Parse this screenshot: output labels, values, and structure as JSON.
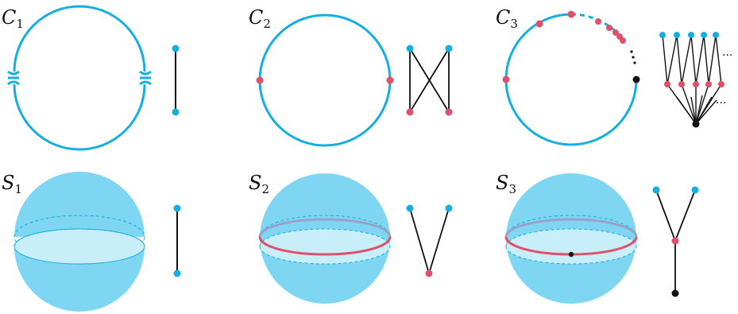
{
  "colors": {
    "blue": "#14aee0",
    "red": "#e0506a",
    "black": "#111111",
    "sphere_fill": "#7fd6f2",
    "disk_fill": "#c8eef9"
  },
  "panels": [
    {
      "id": "C1",
      "letter": "C",
      "sub": "1"
    },
    {
      "id": "C2",
      "letter": "C",
      "sub": "2"
    },
    {
      "id": "C3",
      "letter": "C",
      "sub": "3"
    },
    {
      "id": "S1",
      "letter": "S",
      "sub": "1"
    },
    {
      "id": "S2",
      "letter": "S",
      "sub": "2"
    },
    {
      "id": "S3",
      "letter": "S",
      "sub": "3"
    }
  ],
  "ellipsis": "···",
  "icons": [
    "wall-junction-icon"
  ]
}
